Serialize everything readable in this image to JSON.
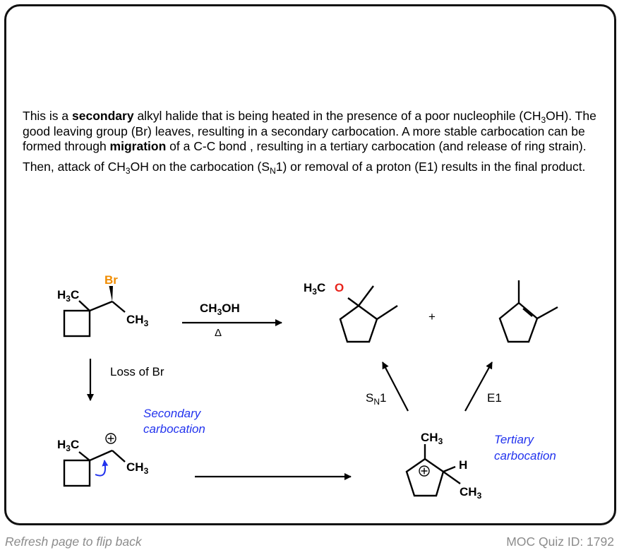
{
  "explanation": {
    "p1_a": "This is a ",
    "p1_b": "secondary",
    "p1_c": " alkyl halide that is being heated in the presence of a poor nucleophile (CH",
    "p1_d": "3",
    "p1_e": "OH). The good leaving group (Br) leaves, resulting in a secondary carbocation. A more stable carbocation can be formed through ",
    "p1_f": "migration",
    "p1_g": " of a C-C bond , resulting in a tertiary carbocation (and release of ring strain).",
    "p2_a": "Then, attack of CH",
    "p2_b": "3",
    "p2_c": "OH on the carbocation (S",
    "p2_d": "N",
    "p2_e": "1) or removal of a proton (E1) results in the final product."
  },
  "scheme": {
    "sm_h3c": "H3C",
    "sm_br": "Br",
    "sm_ch3": "CH3",
    "reagent_top": "CH3OH",
    "reagent_bottom": "Δ",
    "loss_label": "Loss of Br",
    "secondary_label": "Secondary carbocation",
    "int1_h3c": "H3C",
    "int1_ch3": "CH3",
    "int2_ch3_top": "CH3",
    "int2_h": "H",
    "int2_ch3_bottom": "CH3",
    "tertiary_label": "Tertiary carbocation",
    "prod1_h3c": "H3C",
    "prod1_o": "O",
    "plus": "+",
    "sn1_label": "SN1",
    "e1_label": "E1",
    "colors": {
      "bromine": "#f08c00",
      "oxygen": "#e8231b",
      "note_blue": "#2233ee",
      "bond": "#000000"
    }
  },
  "footer": {
    "left": "Refresh page to flip back",
    "right": "MOC Quiz ID: 1792"
  }
}
